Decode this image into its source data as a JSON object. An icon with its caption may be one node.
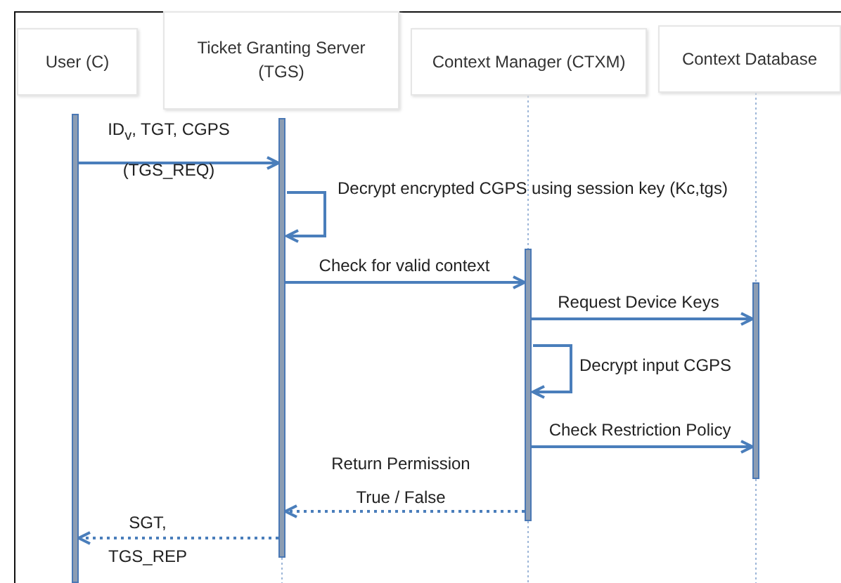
{
  "diagram": {
    "nodes": [
      {
        "text": [
          "User (C)"
        ]
      },
      {
        "text": [
          "Ticket Granting Server (TGS)"
        ]
      },
      {
        "text": [
          "Context Manager (CTXM)"
        ]
      },
      {
        "text": [
          "Context Database"
        ]
      },
      {
        "text": [],
        "shape": "bar"
      },
      {
        "text": [],
        "shape": "bar"
      },
      {
        "text": [],
        "shape": "bar"
      },
      {
        "text": [],
        "shape": "bar"
      }
    ],
    "edges": [
      {
        "from": 4,
        "to": 5,
        "arrow": "to",
        "label": "ID$_{v}$, TGT,  CGPS (TGS_REQ)"
      },
      {
        "from": 5,
        "to": 5,
        "arrow": "to",
        "label": "Decrypt encrypted CGPS using  session key (Kc,tgs)"
      },
      {
        "from": 5,
        "to": 6,
        "arrow": "to",
        "label": "Check for valid context"
      },
      {
        "from": 6,
        "to": 7,
        "arrow": "to",
        "label": "Request Device Keys"
      },
      {
        "from": 6,
        "to": 6,
        "arrow": "to",
        "label": "Decrypt input CGPS"
      },
      {
        "from": 6,
        "to": 7,
        "arrow": "to",
        "label": "Check Restriction Policy"
      },
      {
        "from": 6,
        "to": 5,
        "arrow": "to",
        "label": "Return Permission True / False",
        "style": "dashed"
      },
      {
        "from": 5,
        "to": 4,
        "arrow": "to",
        "label": "SGT, TGS_REP",
        "style": "dashed"
      },
      {
        "from": 2,
        "to": 6,
        "arrow": "none",
        "style": "dashed"
      },
      {
        "from": 3,
        "to": 7,
        "arrow": "none",
        "style": "dashed"
      }
    ]
  }
}
